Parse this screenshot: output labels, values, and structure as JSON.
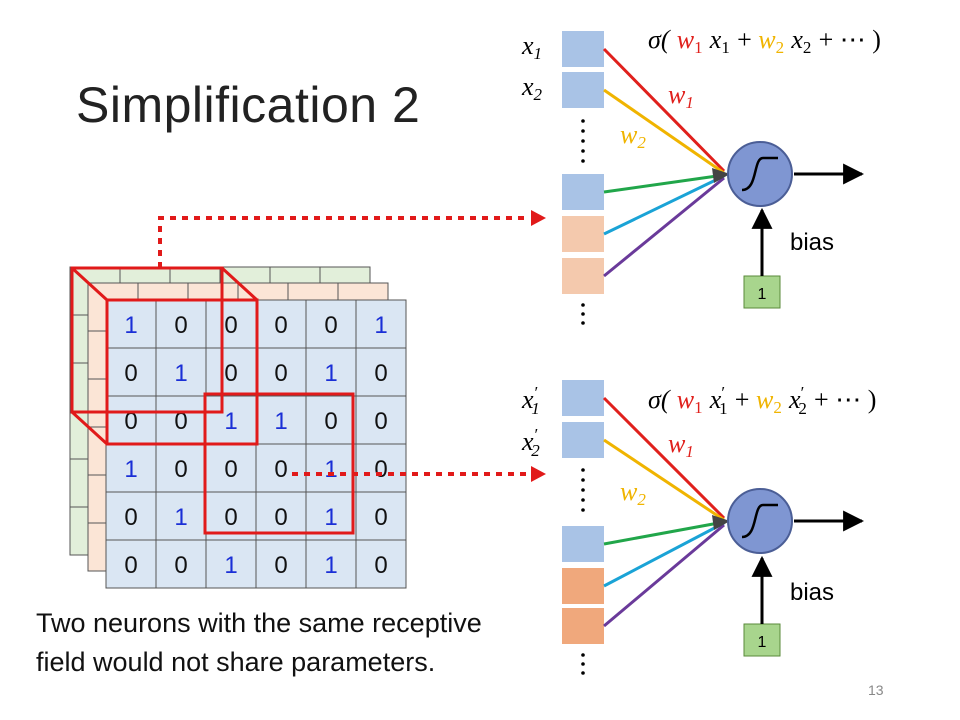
{
  "title": "Simplification 2",
  "caption": {
    "line1": "Two neurons with the same receptive",
    "line2": "field would not share parameters."
  },
  "page_number": "13",
  "grid": [
    [
      "1",
      "0",
      "0",
      "0",
      "0",
      "1"
    ],
    [
      "0",
      "1",
      "0",
      "0",
      "1",
      "0"
    ],
    [
      "0",
      "0",
      "1",
      "1",
      "0",
      "0"
    ],
    [
      "1",
      "0",
      "0",
      "0",
      "1",
      "0"
    ],
    [
      "0",
      "1",
      "0",
      "0",
      "1",
      "0"
    ],
    [
      "0",
      "0",
      "1",
      "0",
      "1",
      "0"
    ]
  ],
  "neuron_top": {
    "inputs": {
      "x1": "x",
      "x1_sub": "1",
      "x2": "x",
      "x2_sub": "2"
    },
    "formula": {
      "sigma": "σ(",
      "w1": "w",
      "w1_sub": "1",
      "x1": "x",
      "x1_sub": "1",
      "plus1": " + ",
      "w2": "w",
      "w2_sub": "2",
      "x2": "x",
      "x2_sub": "2",
      "tail": " + ⋯ )"
    },
    "w1_label": "w",
    "w1_label_sub": "1",
    "w2_label": "w",
    "w2_label_sub": "2",
    "bias_label": "bias",
    "bias_input": "1"
  },
  "neuron_bottom": {
    "inputs": {
      "x1": "x",
      "x1_sub": "1",
      "x1_prime": "′",
      "x2": "x",
      "x2_sub": "2",
      "x2_prime": "′"
    },
    "formula": {
      "sigma": "σ(",
      "w1": "w",
      "w1_sub": "1",
      "x1": "x",
      "x1_prime": "′",
      "x1_sub": "1",
      "plus1": " + ",
      "w2": "w",
      "w2_sub": "2",
      "x2": "x",
      "x2_prime": "′",
      "x2_sub": "2",
      "tail": " + ⋯ )"
    },
    "w1_label": "w",
    "w1_label_sub": "1",
    "w2_label": "w",
    "w2_label_sub": "2",
    "bias_label": "bias",
    "bias_input": "1"
  },
  "colors": {
    "w1": "#e0201c",
    "w2": "#f0b400",
    "edge_green": "#21a64a",
    "edge_cyan": "#1aa3d6",
    "edge_purple": "#6a3a9a",
    "input_blue": "#a9c3e6",
    "input_peach": "#f4c9ad",
    "input_orange": "#f0a87c",
    "neuron_fill": "#7f96d2",
    "bias_box": "#a8d58d",
    "grid_fill": "#dae6f3",
    "receptive_red": "#e11a1a",
    "digit_one": "#1a2fd6"
  }
}
